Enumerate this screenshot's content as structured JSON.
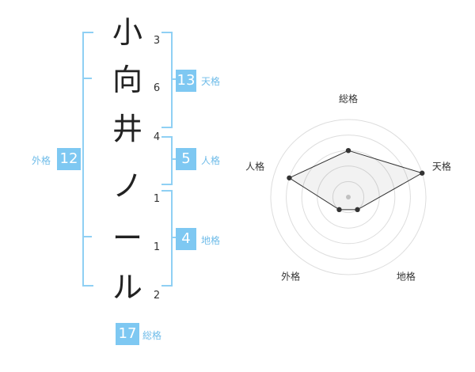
{
  "name_chars": [
    {
      "char": "小",
      "strokes": "3"
    },
    {
      "char": "向",
      "strokes": "6"
    },
    {
      "char": "井",
      "strokes": "4"
    },
    {
      "char": "ノ",
      "strokes": "1"
    },
    {
      "char": "ー",
      "strokes": "1"
    },
    {
      "char": "ル",
      "strokes": "2"
    }
  ],
  "fortunes": {
    "tenkaku": {
      "value": "13",
      "label": "天格"
    },
    "jinkaku": {
      "value": "5",
      "label": "人格"
    },
    "chikaku": {
      "value": "4",
      "label": "地格"
    },
    "gaikaku": {
      "value": "12",
      "label": "外格"
    },
    "soukaku": {
      "value": "17",
      "label": "総格"
    }
  },
  "colors": {
    "accent": "#7ec8f2",
    "bracket": "#8fd0f4",
    "label": "#6fbce9"
  },
  "chart_data": {
    "type": "radar",
    "axes": [
      "総格",
      "天格",
      "地格",
      "外格",
      "人格"
    ],
    "levels": 5,
    "values": [
      3,
      5,
      1,
      1,
      4
    ],
    "max": 5,
    "grid": true
  }
}
